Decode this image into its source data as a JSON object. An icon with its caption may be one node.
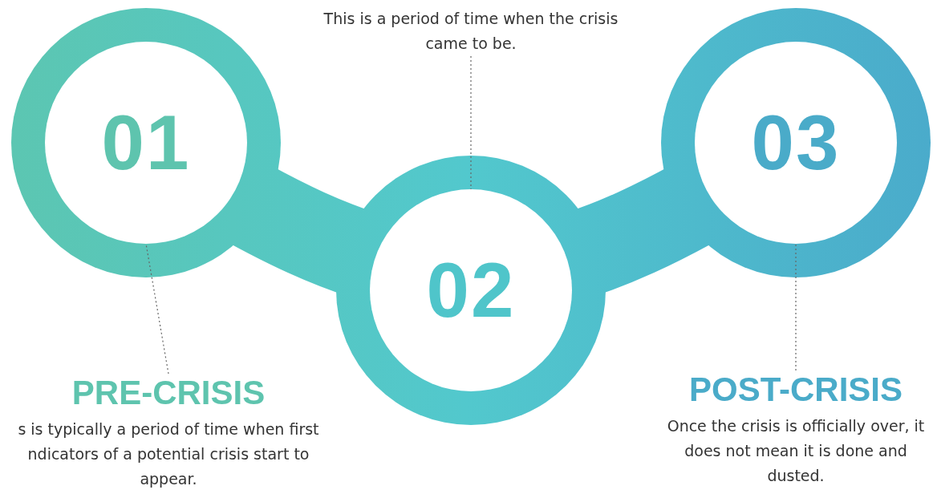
{
  "diagram": {
    "nodes": [
      {
        "text": [
          "01"
        ]
      },
      {
        "text": [
          "02"
        ]
      },
      {
        "text": [
          "03"
        ]
      },
      {
        "text": [
          "PRE-CRISIS",
          "s is typically a period of time when first ndicators of a potential crisis start to appear."
        ]
      },
      {
        "text": [
          "This is a period of time when the crisis came to be."
        ]
      },
      {
        "text": [
          "POST-CRISIS",
          "Once the crisis is officially over, it does not mean it is done and dusted."
        ]
      }
    ],
    "edges": [
      {
        "from": 3,
        "to": 0,
        "arrow": "none",
        "style": "dashed"
      },
      {
        "from": 4,
        "to": 1,
        "arrow": "none",
        "style": "dashed"
      },
      {
        "from": 5,
        "to": 2,
        "arrow": "none",
        "style": "dashed"
      }
    ]
  }
}
